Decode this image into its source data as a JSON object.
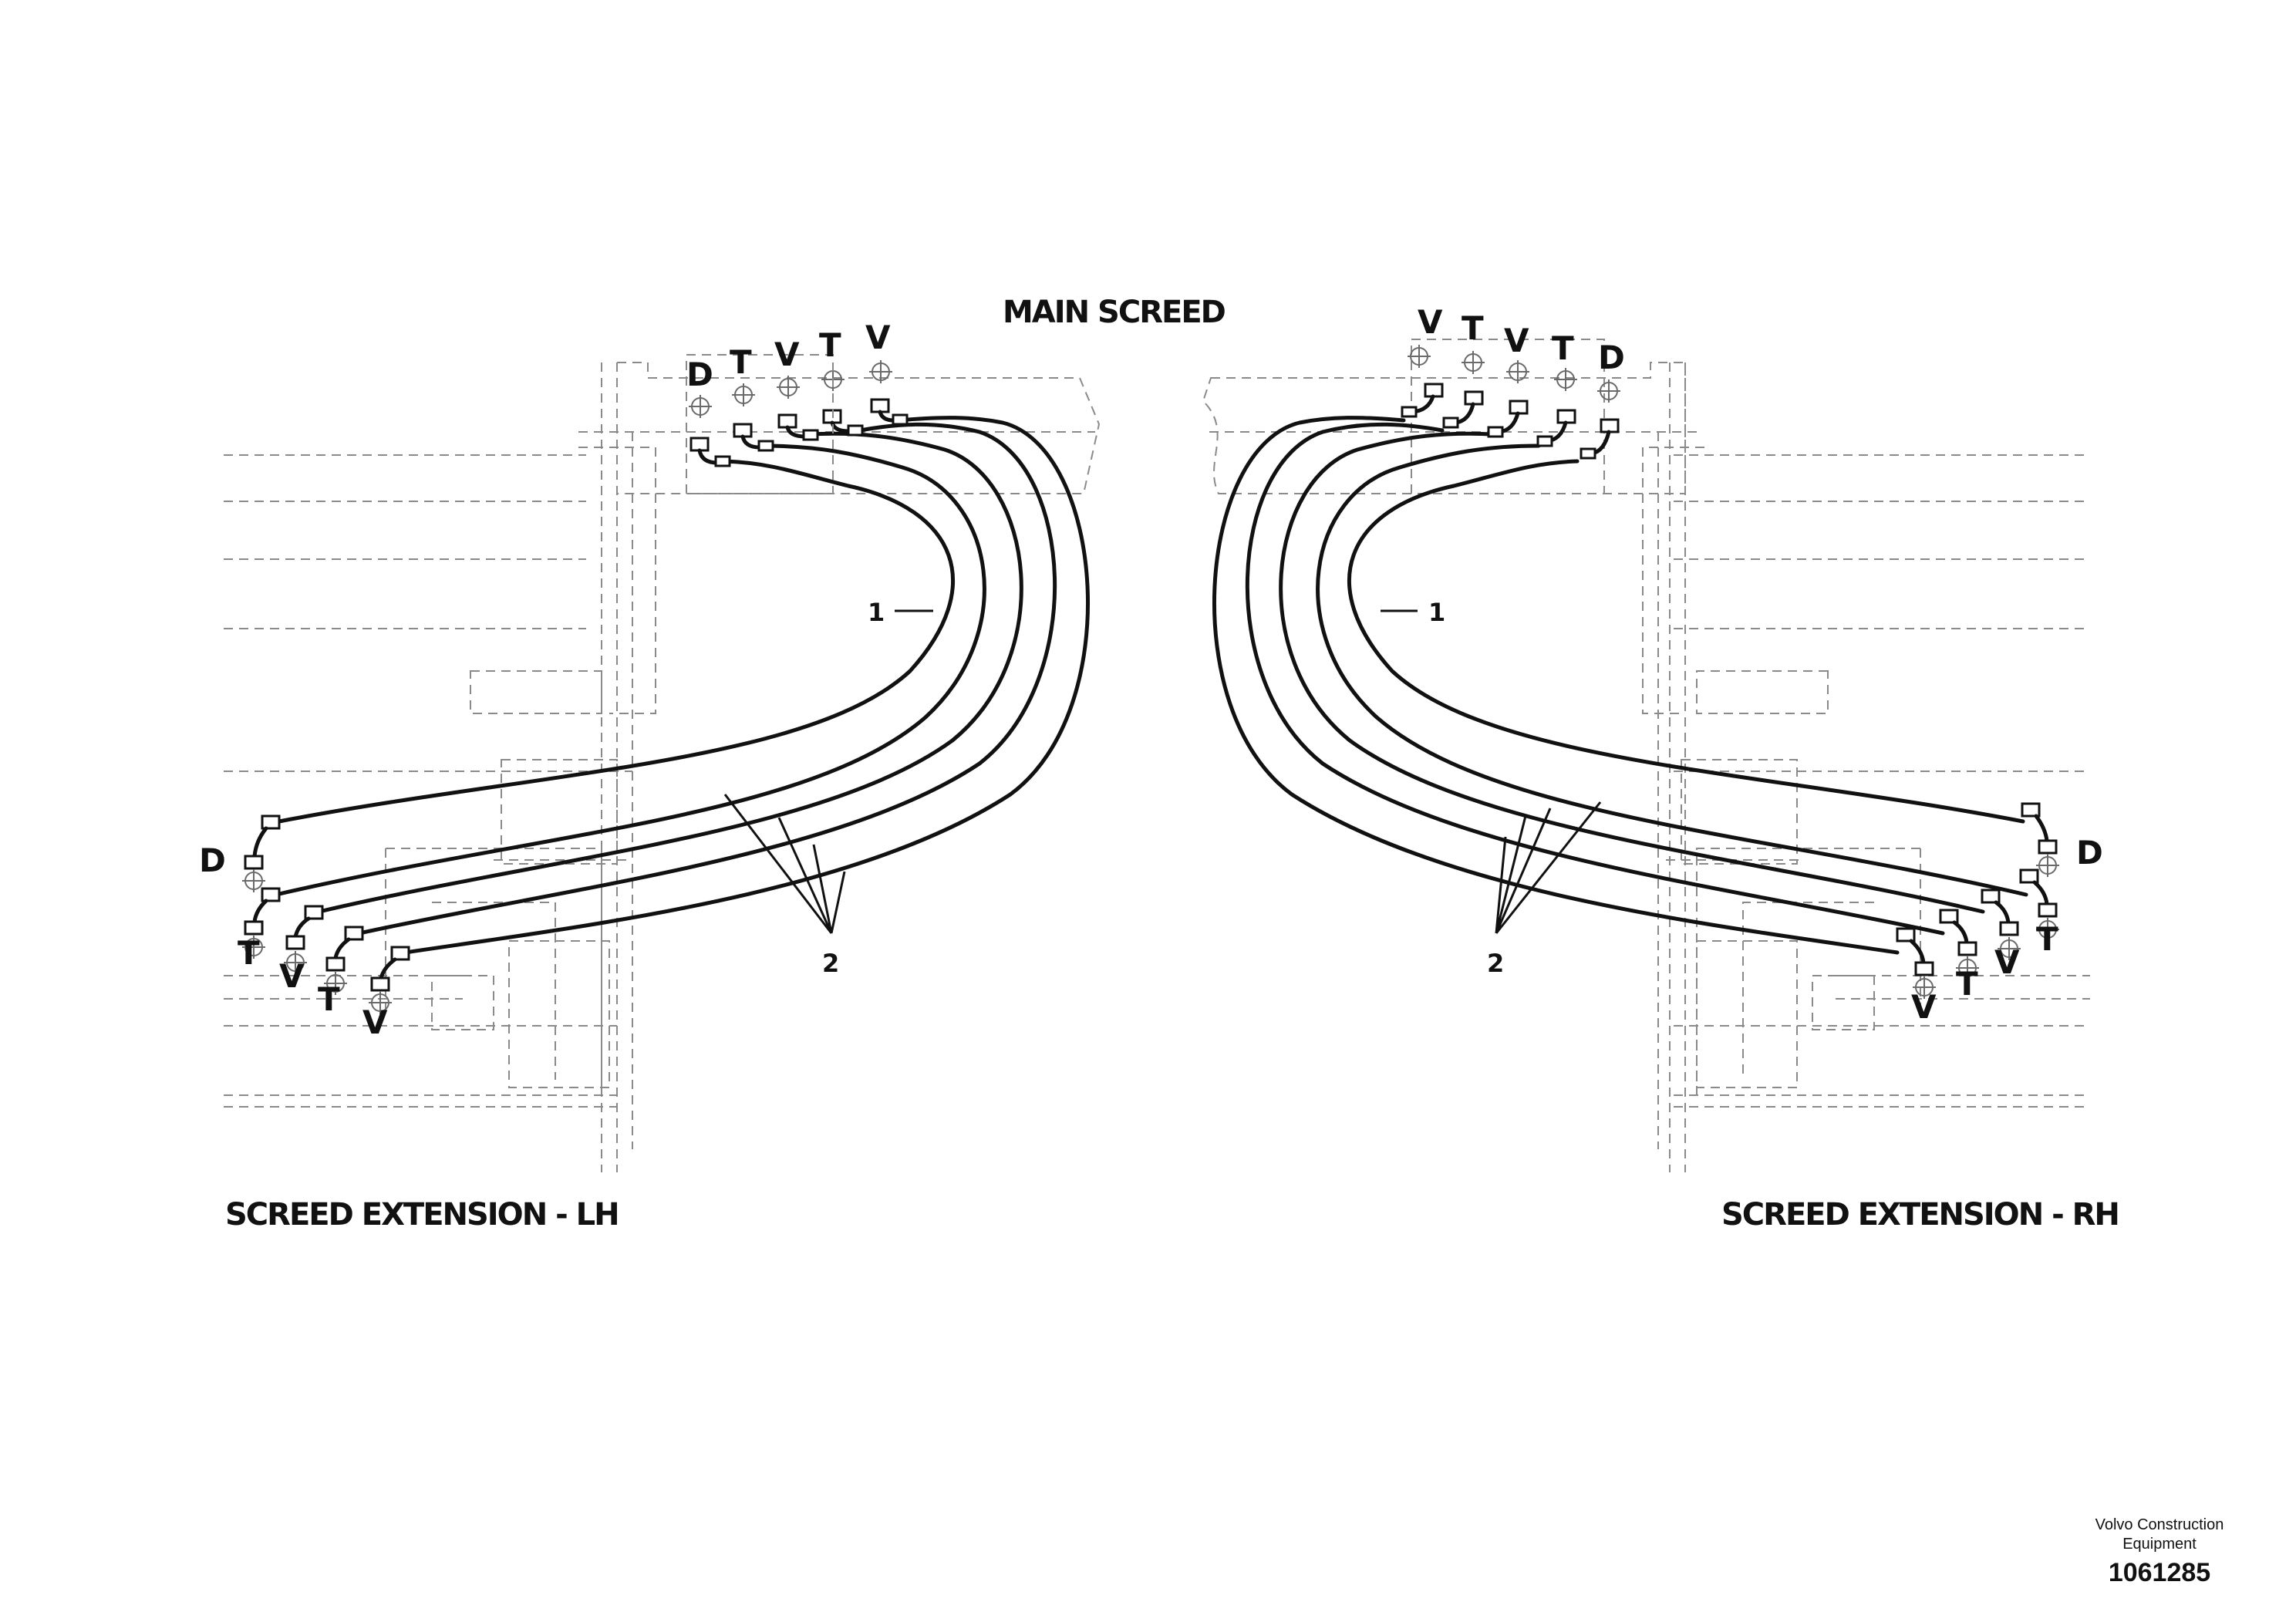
{
  "titles": {
    "main": "MAIN SCREED",
    "lh": "SCREED EXTENSION - LH",
    "rh": "SCREED EXTENSION - RH"
  },
  "callouts": {
    "hose_bundle": "1",
    "hose_sleeve": "2"
  },
  "ports": {
    "lh_main": [
      "D",
      "T",
      "V",
      "T",
      "V"
    ],
    "lh_ext": [
      "D",
      "T",
      "V",
      "T",
      "V"
    ],
    "rh_main": [
      "V",
      "T",
      "V",
      "T",
      "D"
    ],
    "rh_ext": [
      "D",
      "T",
      "V",
      "T",
      "V"
    ]
  },
  "footer": {
    "company_line1": "Volvo Construction",
    "company_line2": "Equipment",
    "drawing_number": "1061285"
  }
}
